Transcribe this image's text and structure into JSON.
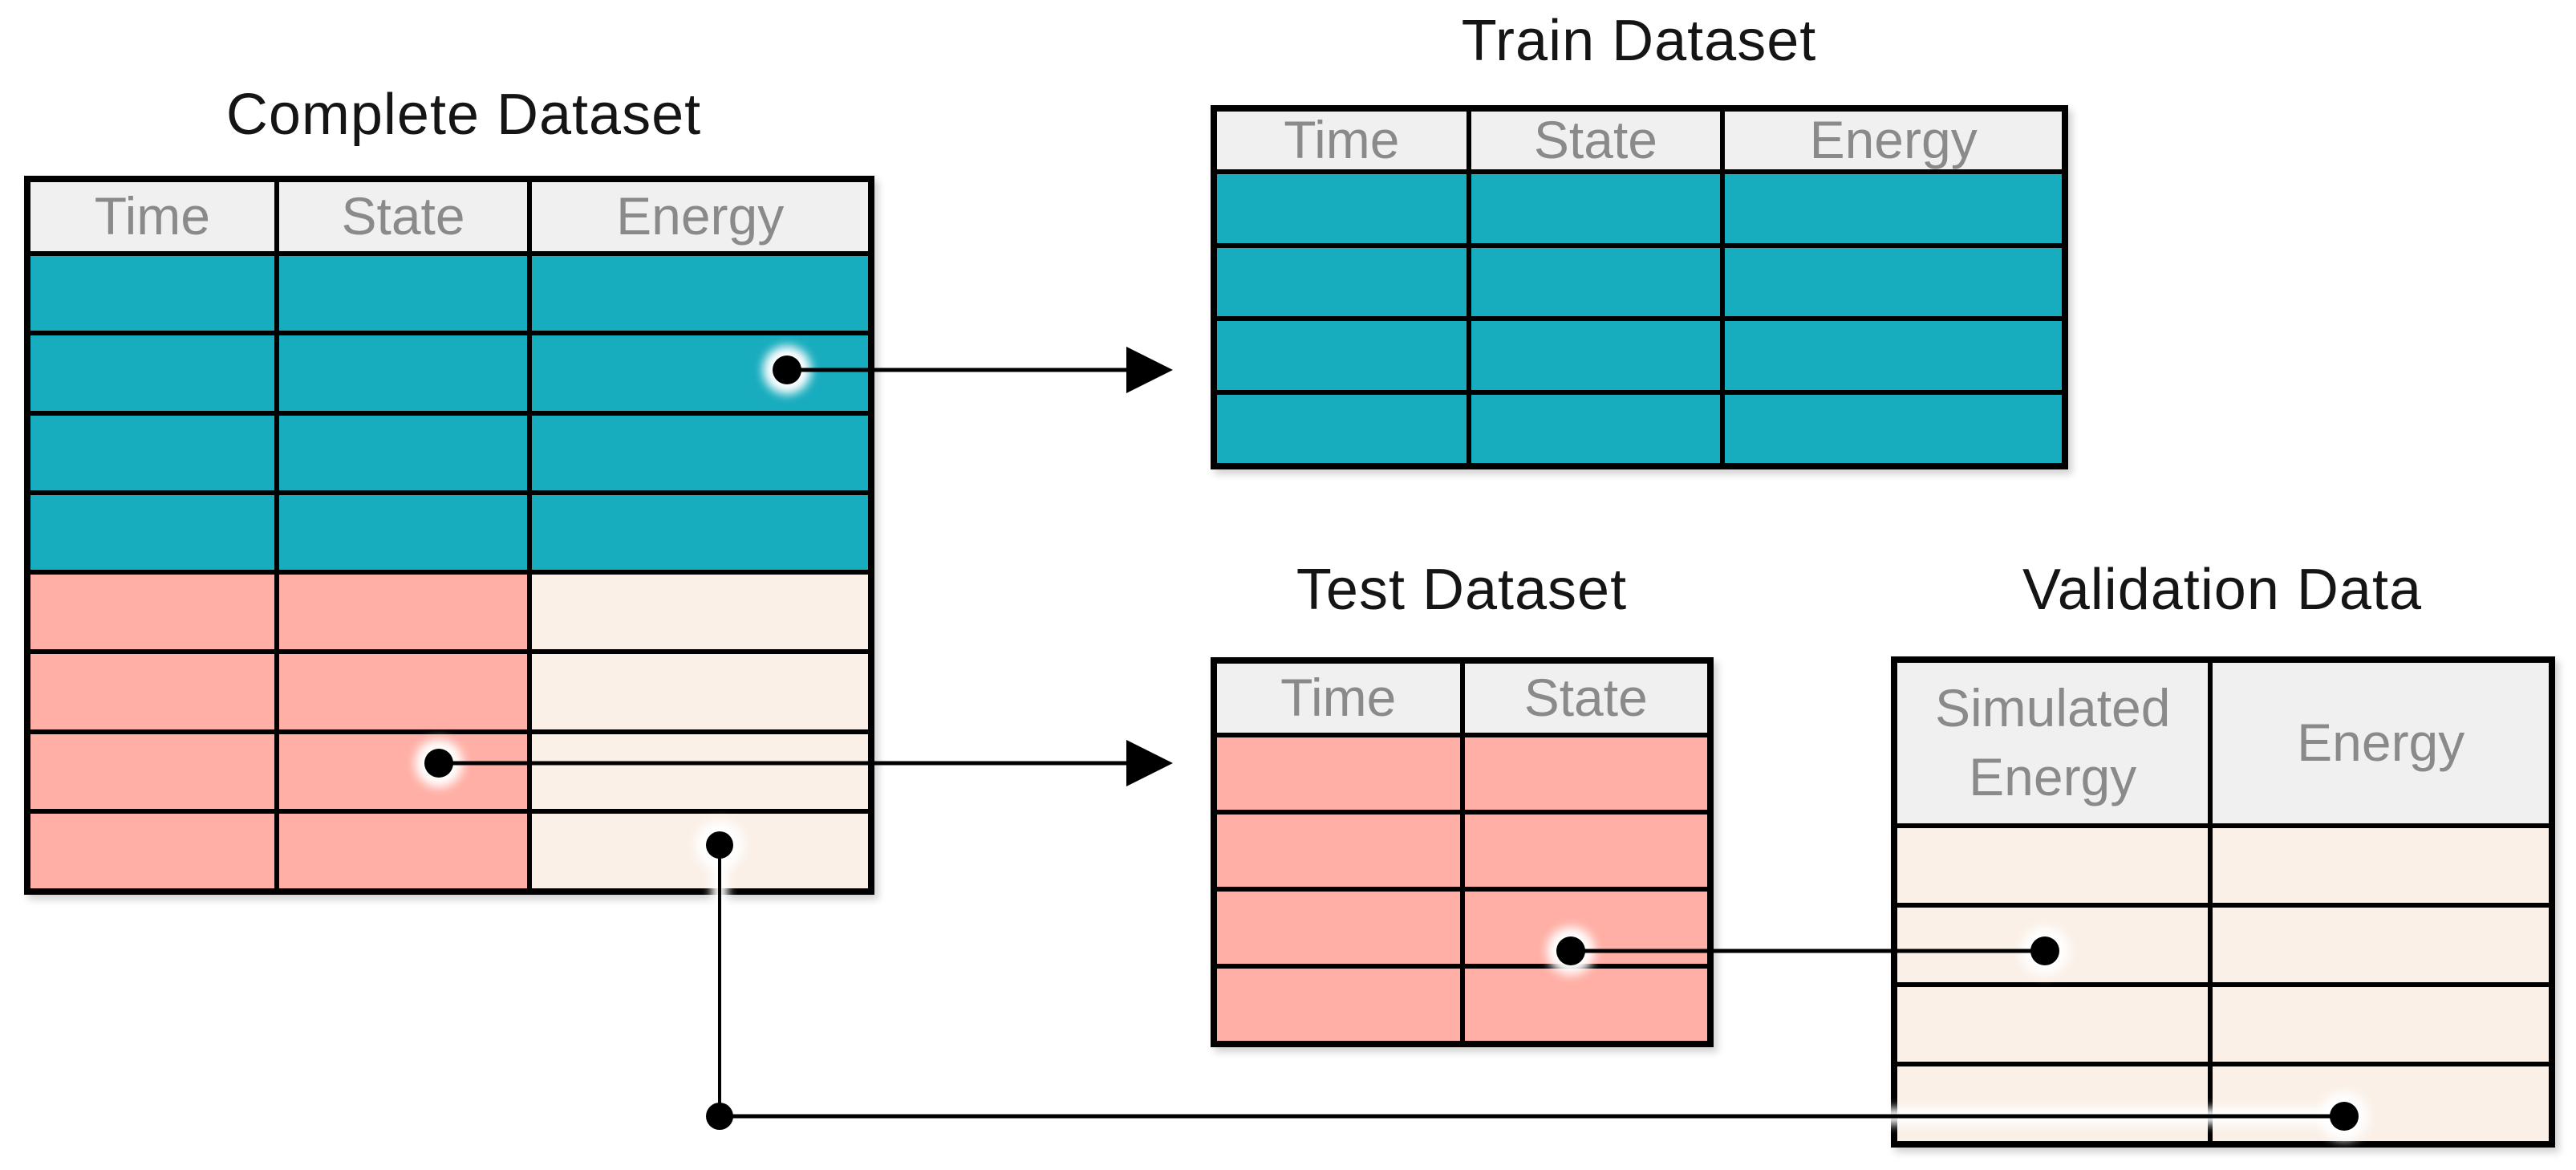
{
  "diagram": {
    "background_color": "#ffffff",
    "colors": {
      "teal": "#17acbe",
      "pink": "#ffafa5",
      "cream": "#faf0e8",
      "header_bg": "#f0f0f0",
      "header_text": "#8a8a8a",
      "line": "#000000",
      "title_text": "#151515"
    },
    "tables": {
      "complete": {
        "title": "Complete Dataset",
        "columns": [
          "Time",
          "State",
          "Energy"
        ],
        "rows": [
          [
            "teal",
            "teal",
            "teal"
          ],
          [
            "teal",
            "teal",
            "teal"
          ],
          [
            "teal",
            "teal",
            "teal"
          ],
          [
            "teal",
            "teal",
            "teal"
          ],
          [
            "pink",
            "pink",
            "cream"
          ],
          [
            "pink",
            "pink",
            "cream"
          ],
          [
            "pink",
            "pink",
            "cream"
          ],
          [
            "pink",
            "pink",
            "cream"
          ]
        ]
      },
      "train": {
        "title": "Train Dataset",
        "columns": [
          "Time",
          "State",
          "Energy"
        ],
        "rows": [
          [
            "teal",
            "teal",
            "teal"
          ],
          [
            "teal",
            "teal",
            "teal"
          ],
          [
            "teal",
            "teal",
            "teal"
          ],
          [
            "teal",
            "teal",
            "teal"
          ]
        ]
      },
      "test": {
        "title": "Test Dataset",
        "columns": [
          "Time",
          "State"
        ],
        "rows": [
          [
            "pink",
            "pink"
          ],
          [
            "pink",
            "pink"
          ],
          [
            "pink",
            "pink"
          ],
          [
            "pink",
            "pink"
          ]
        ]
      },
      "validation": {
        "title": "Validation Data",
        "columns": [
          "Simulated Energy",
          "Energy"
        ],
        "rows": [
          [
            "cream",
            "cream"
          ],
          [
            "cream",
            "cream"
          ],
          [
            "cream",
            "cream"
          ],
          [
            "cream",
            "cream"
          ]
        ]
      }
    },
    "connectors": [
      {
        "id": "complete-to-train",
        "type": "arrow",
        "from": "complete-dataset-energy-column-teal-rows",
        "to": "train-dataset"
      },
      {
        "id": "complete-to-test",
        "type": "arrow",
        "from": "complete-dataset-state-column-pink-rows",
        "to": "test-dataset"
      },
      {
        "id": "test-to-validation",
        "type": "dot-line",
        "from": "test-dataset-state-column",
        "to": "validation-data-simulated-energy-column"
      },
      {
        "id": "complete-to-validation",
        "type": "dot-elbow-line",
        "from": "complete-dataset-energy-column-cream-rows",
        "to": "validation-data-energy-column"
      }
    ]
  }
}
